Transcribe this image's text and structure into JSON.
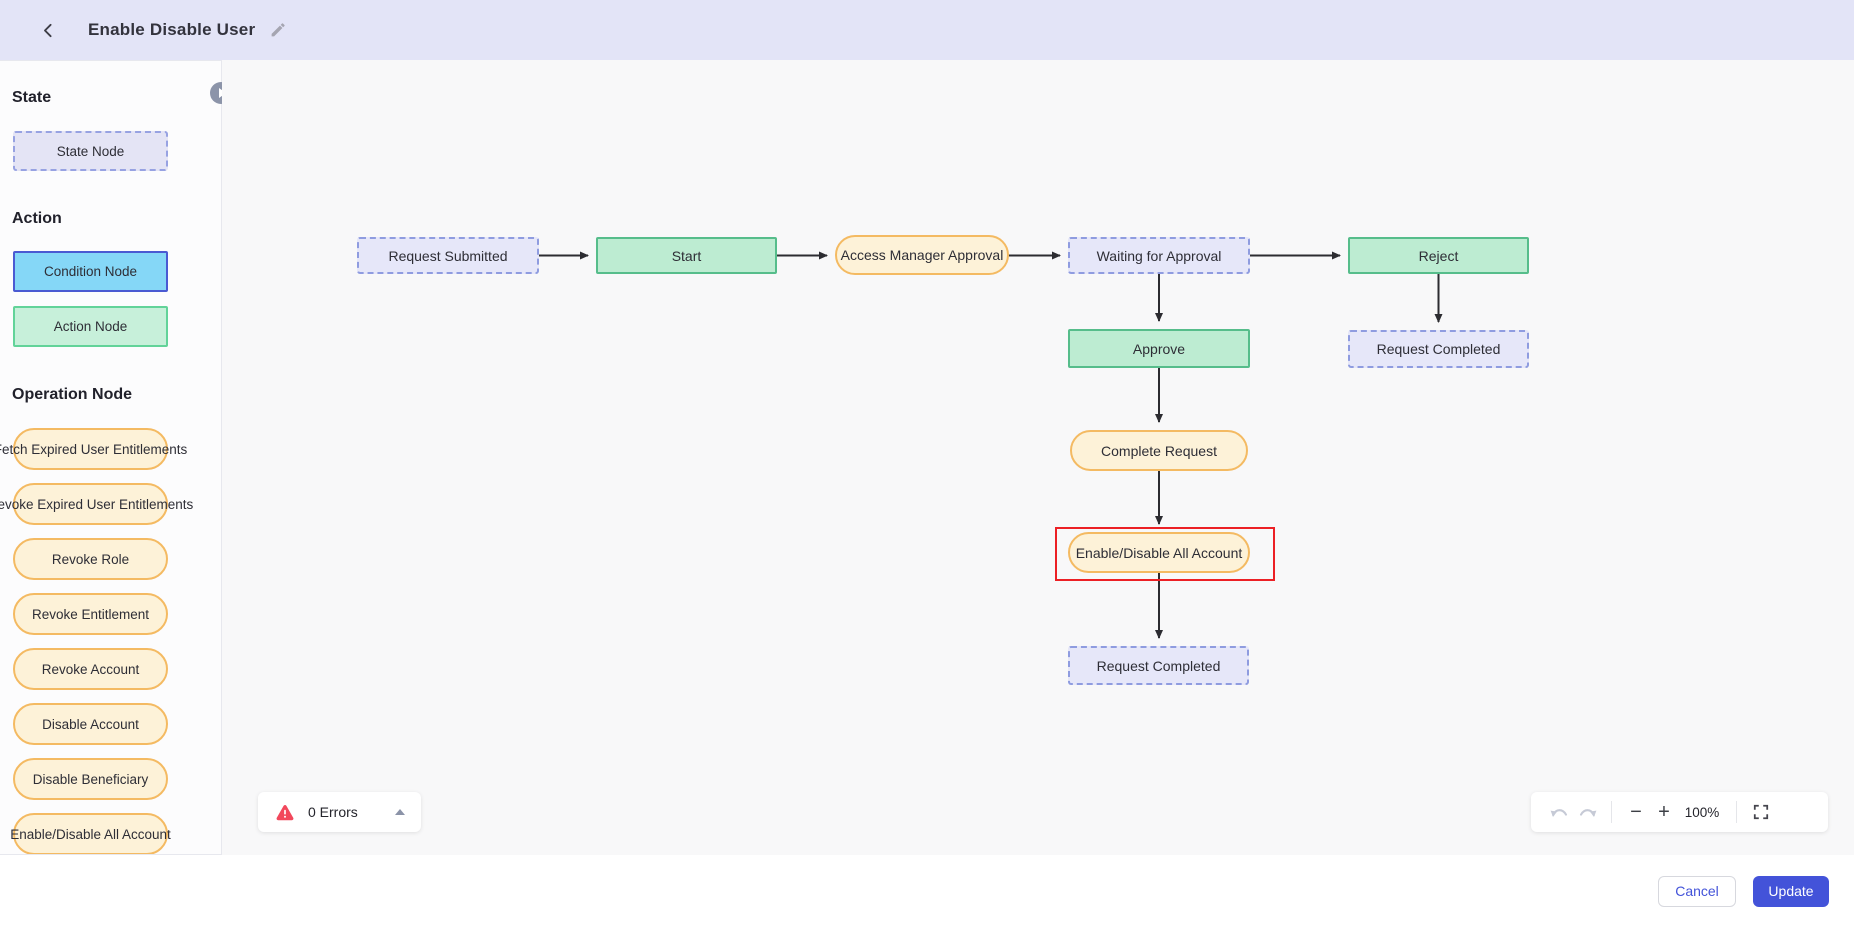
{
  "header": {
    "title": "Enable Disable User"
  },
  "sidebar": {
    "sections": {
      "state": {
        "title": "State",
        "items": [
          {
            "label": "State Node",
            "type": "state"
          }
        ]
      },
      "action": {
        "title": "Action",
        "items": [
          {
            "label": "Condition Node",
            "type": "condition"
          },
          {
            "label": "Action Node",
            "type": "action"
          }
        ]
      },
      "operation": {
        "title": "Operation Node",
        "items": [
          {
            "label": "Fetch Expired User Entitlements",
            "type": "operation"
          },
          {
            "label": "Revoke Expired User Entitlements",
            "type": "operation"
          },
          {
            "label": "Revoke Role",
            "type": "operation"
          },
          {
            "label": "Revoke Entitlement",
            "type": "operation"
          },
          {
            "label": "Revoke Account",
            "type": "operation"
          },
          {
            "label": "Disable Account",
            "type": "operation"
          },
          {
            "label": "Disable Beneficiary",
            "type": "operation"
          },
          {
            "label": "Enable/Disable All Account",
            "type": "operation"
          }
        ]
      }
    }
  },
  "canvas": {
    "nodes": [
      {
        "label": "Request Submitted",
        "type": "state"
      },
      {
        "label": "Start",
        "type": "action"
      },
      {
        "label": "Access Manager Approval",
        "type": "operation"
      },
      {
        "label": "Waiting for Approval",
        "type": "state"
      },
      {
        "label": "Reject",
        "type": "action"
      },
      {
        "label": "Approve",
        "type": "action"
      },
      {
        "label": "Request Completed",
        "type": "state"
      },
      {
        "label": "Complete Request",
        "type": "operation"
      },
      {
        "label": "Enable/Disable All Account",
        "type": "operation",
        "highlighted": true
      },
      {
        "label": "Request Completed",
        "type": "state"
      }
    ]
  },
  "error_panel": {
    "label": "0 Errors"
  },
  "zoom_toolbar": {
    "zoom_level": "100%",
    "zoom_out_symbol": "−",
    "zoom_in_symbol": "+"
  },
  "footer": {
    "cancel_label": "Cancel",
    "update_label": "Update"
  },
  "icons": {
    "back": "chevron-left-icon",
    "edit": "pencil-icon",
    "collapse": "play-right-icon",
    "error": "warning-triangle-icon",
    "collapse_errors": "chevron-up-icon",
    "undo": "undo-arrow-icon",
    "redo": "redo-arrow-icon",
    "fullscreen": "fullscreen-icon"
  },
  "colors": {
    "header_bg": "#e3e4f7",
    "canvas_bg": "#f8f8f9",
    "accent": "#4353d9",
    "state_fill": "#e6e7f9",
    "state_border": "#8f9ce0",
    "action_fill": "#bdecd2",
    "action_border": "#56bd8b",
    "operation_fill": "#fdf2d8",
    "operation_border": "#f4ba62",
    "condition_fill": "#85d7f7",
    "condition_border": "#4a5ad2",
    "highlight": "#ec2025",
    "error_icon": "#f2485c"
  }
}
